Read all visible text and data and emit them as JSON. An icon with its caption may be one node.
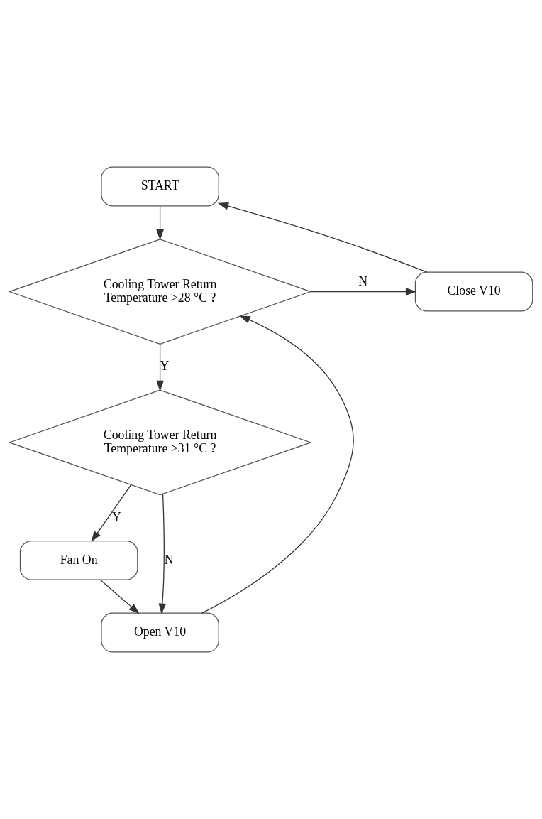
{
  "diagram": {
    "nodes": [
      {
        "text": [
          "START"
        ]
      },
      {
        "text": [
          "Cooling Tower Return Temperature >28 °C ?"
        ]
      },
      {
        "text": [
          "Close V10"
        ]
      },
      {
        "text": [
          "Cooling Tower Return Temperature >31 °C ?"
        ]
      },
      {
        "text": [
          "Fan On"
        ]
      },
      {
        "text": [
          "Open V10"
        ]
      }
    ],
    "edges": [
      {
        "from": 0,
        "to": 1,
        "arrow": "to"
      },
      {
        "from": 1,
        "to": 2,
        "arrow": "to",
        "label": "N"
      },
      {
        "from": 2,
        "to": 0,
        "arrow": "to"
      },
      {
        "from": 1,
        "to": 3,
        "arrow": "to",
        "label": "Y"
      },
      {
        "from": 3,
        "to": 4,
        "arrow": "to",
        "label": "Y"
      },
      {
        "from": 3,
        "to": 5,
        "arrow": "to",
        "label": "N"
      },
      {
        "from": 4,
        "to": 5,
        "arrow": "to"
      },
      {
        "from": 5,
        "to": 1,
        "arrow": "to"
      }
    ]
  }
}
